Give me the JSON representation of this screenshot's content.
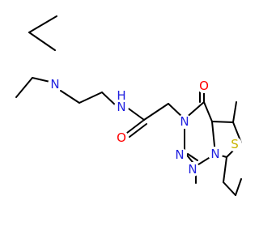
{
  "atoms": {
    "amine_n": {
      "label": "N",
      "color": "#2020e0"
    },
    "amide_nh": {
      "label": "N",
      "color": "#2020e0"
    },
    "amide_h": {
      "label": "H",
      "color": "#2020e0"
    },
    "amide_o": {
      "label": "O",
      "color": "#ff0000"
    },
    "ring_o": {
      "label": "O",
      "color": "#ff0000"
    },
    "ring_n_upper": {
      "label": "N",
      "color": "#2020e0"
    },
    "ring_n_left": {
      "label": "N",
      "color": "#2020e0"
    },
    "ring_n_lower": {
      "label": "N",
      "color": "#2020e0"
    },
    "ring_n_bridge": {
      "label": "N",
      "color": "#2020e0"
    },
    "thiophene_s": {
      "label": "S",
      "color": "#c8b400"
    }
  },
  "colors": {
    "bond": "#000000",
    "nitrogen": "#2020e0",
    "oxygen": "#ff0000",
    "sulfur": "#c8b400",
    "background": "#ffffff"
  }
}
